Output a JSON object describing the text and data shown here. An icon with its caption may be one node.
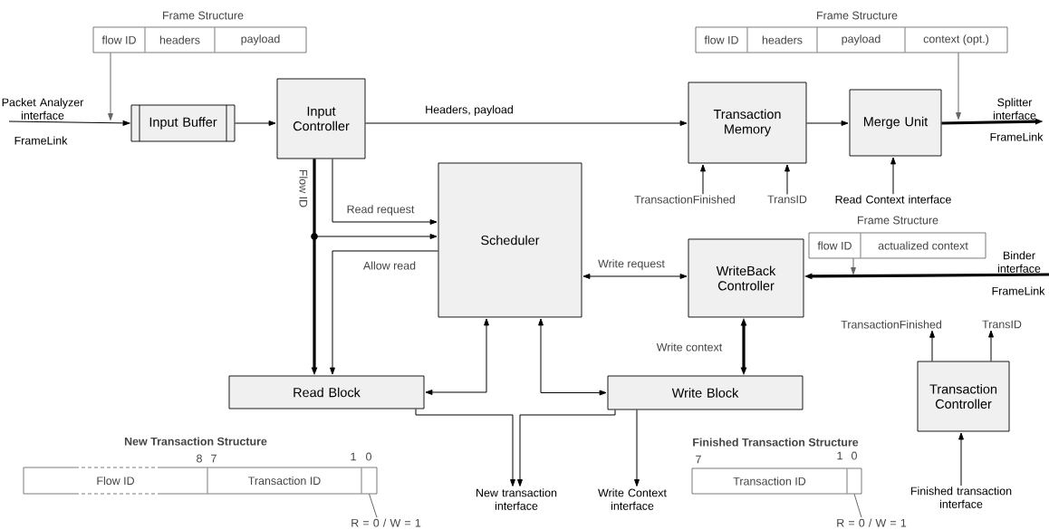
{
  "diagram": {
    "nodes": [
      {
        "text": [
          "Frame Structure"
        ]
      },
      {
        "text": [
          "flow ID"
        ],
        "in": 0
      },
      {
        "text": [
          "headers"
        ],
        "in": 0
      },
      {
        "text": [
          "payload"
        ],
        "in": 0
      },
      {
        "text": [
          "Input Buffer"
        ]
      },
      {
        "text": [
          "Input Controller"
        ]
      },
      {
        "text": [
          "Transaction Memory"
        ]
      },
      {
        "text": [
          "Frame Structure"
        ]
      },
      {
        "text": [
          "flow ID"
        ],
        "in": 7
      },
      {
        "text": [
          "headers"
        ],
        "in": 7
      },
      {
        "text": [
          "payload"
        ],
        "in": 7
      },
      {
        "text": [
          "context (opt.)"
        ],
        "in": 7
      },
      {
        "text": [
          "Merge Unit"
        ]
      },
      {
        "text": [
          "TransactionFinished"
        ]
      },
      {
        "text": [
          "TransID"
        ]
      },
      {
        "text": [
          "Read Context interface"
        ]
      },
      {
        "text": [
          "Scheduler"
        ]
      },
      {
        "text": [
          "Frame Structure"
        ]
      },
      {
        "text": [
          "flow ID"
        ],
        "in": 17
      },
      {
        "text": [
          "actualized context"
        ],
        "in": 17
      },
      {
        "text": [
          "WriteBack Controller"
        ]
      },
      {
        "text": [
          "TransactionFinished"
        ]
      },
      {
        "text": [
          "TransID"
        ]
      },
      {
        "text": [
          "Read Block"
        ]
      },
      {
        "text": [
          "Write Block"
        ]
      },
      {
        "text": [
          "Transaction Controller"
        ]
      },
      {
        "text": [
          "New Transaction Structure"
        ]
      },
      {
        "text": [
          "Flow ID"
        ],
        "in": 26
      },
      {
        "text": [
          "Transaction ID"
        ],
        "in": 26
      },
      {
        "text": [],
        "shape": "box",
        "in": 26
      },
      {
        "text": [
          "New transaction interface"
        ]
      },
      {
        "text": [
          "Write Context interface"
        ]
      },
      {
        "text": [
          "Finished Transaction Structure"
        ]
      },
      {
        "text": [
          "Transaction ID"
        ],
        "in": 32
      },
      {
        "text": [],
        "shape": "box",
        "in": 32
      },
      {
        "text": [
          "Finished transaction interface"
        ]
      },
      {
        "text": [
          "R = 0 / W = 1"
        ]
      },
      {
        "text": [
          "R = 0 / W = 1"
        ]
      },
      {
        "text": [
          "Packet Analyzer interface"
        ],
        "beside": [
          "FrameLink"
        ]
      },
      {
        "text": [
          "Splitter interface"
        ],
        "beside": [
          "FrameLink"
        ]
      },
      {
        "text": [
          "Binder interface"
        ],
        "beside": [
          "FrameLink"
        ]
      }
    ],
    "edges": [
      {
        "from": 38,
        "to": 4,
        "arrow": "to"
      },
      {
        "from": 4,
        "to": 5,
        "arrow": "to"
      },
      {
        "from": 5,
        "to": 6,
        "arrow": "to",
        "label": "Headers, payload"
      },
      {
        "from": 6,
        "to": 12,
        "arrow": "to"
      },
      {
        "from": 12,
        "to": 39,
        "arrow": "to",
        "style": "thick"
      },
      {
        "from": 13,
        "to": 6,
        "arrow": "to"
      },
      {
        "from": 14,
        "to": 6,
        "arrow": "to"
      },
      {
        "from": 15,
        "to": 12,
        "arrow": "to"
      },
      {
        "from": 1,
        "to": null,
        "arrow": "to",
        "color": "#666666"
      },
      {
        "from": 11,
        "to": null,
        "arrow": "to",
        "color": "#666666"
      },
      {
        "from": 5,
        "to": 16,
        "arrow": "to",
        "label": "Read request"
      },
      {
        "from": 5,
        "to": 23,
        "arrow": "to",
        "label": "Flow ID",
        "style": "thick"
      },
      {
        "from": 5,
        "to": 16,
        "arrow": "to"
      },
      {
        "from": 16,
        "to": 23,
        "arrow": "to",
        "label": "Allow read"
      },
      {
        "from": 16,
        "to": 20,
        "arrow": "both",
        "label": "Write request"
      },
      {
        "from": 18,
        "to": null,
        "arrow": "to",
        "color": "#666666"
      },
      {
        "from": 40,
        "to": 20,
        "arrow": "to",
        "style": "thick"
      },
      {
        "from": 16,
        "to": 23,
        "arrow": "both"
      },
      {
        "from": 16,
        "to": 24,
        "arrow": "both"
      },
      {
        "from": 20,
        "to": 24,
        "arrow": "both",
        "label": "Write context",
        "style": "thick"
      },
      {
        "from": 23,
        "to": 30,
        "arrow": "to"
      },
      {
        "from": 24,
        "to": 30,
        "arrow": "to"
      },
      {
        "from": 24,
        "to": 31,
        "arrow": "to"
      },
      {
        "from": 25,
        "to": 21,
        "arrow": "to"
      },
      {
        "from": 25,
        "to": 22,
        "arrow": "to"
      },
      {
        "from": 35,
        "to": 25,
        "arrow": "to"
      },
      {
        "from": 36,
        "to": 29,
        "arrow": "none",
        "color": "#666666"
      },
      {
        "from": 37,
        "to": 34,
        "arrow": "none",
        "color": "#666666"
      }
    ],
    "labels": [
      "8",
      "7",
      "1",
      "0",
      "7",
      "1",
      "0"
    ]
  }
}
